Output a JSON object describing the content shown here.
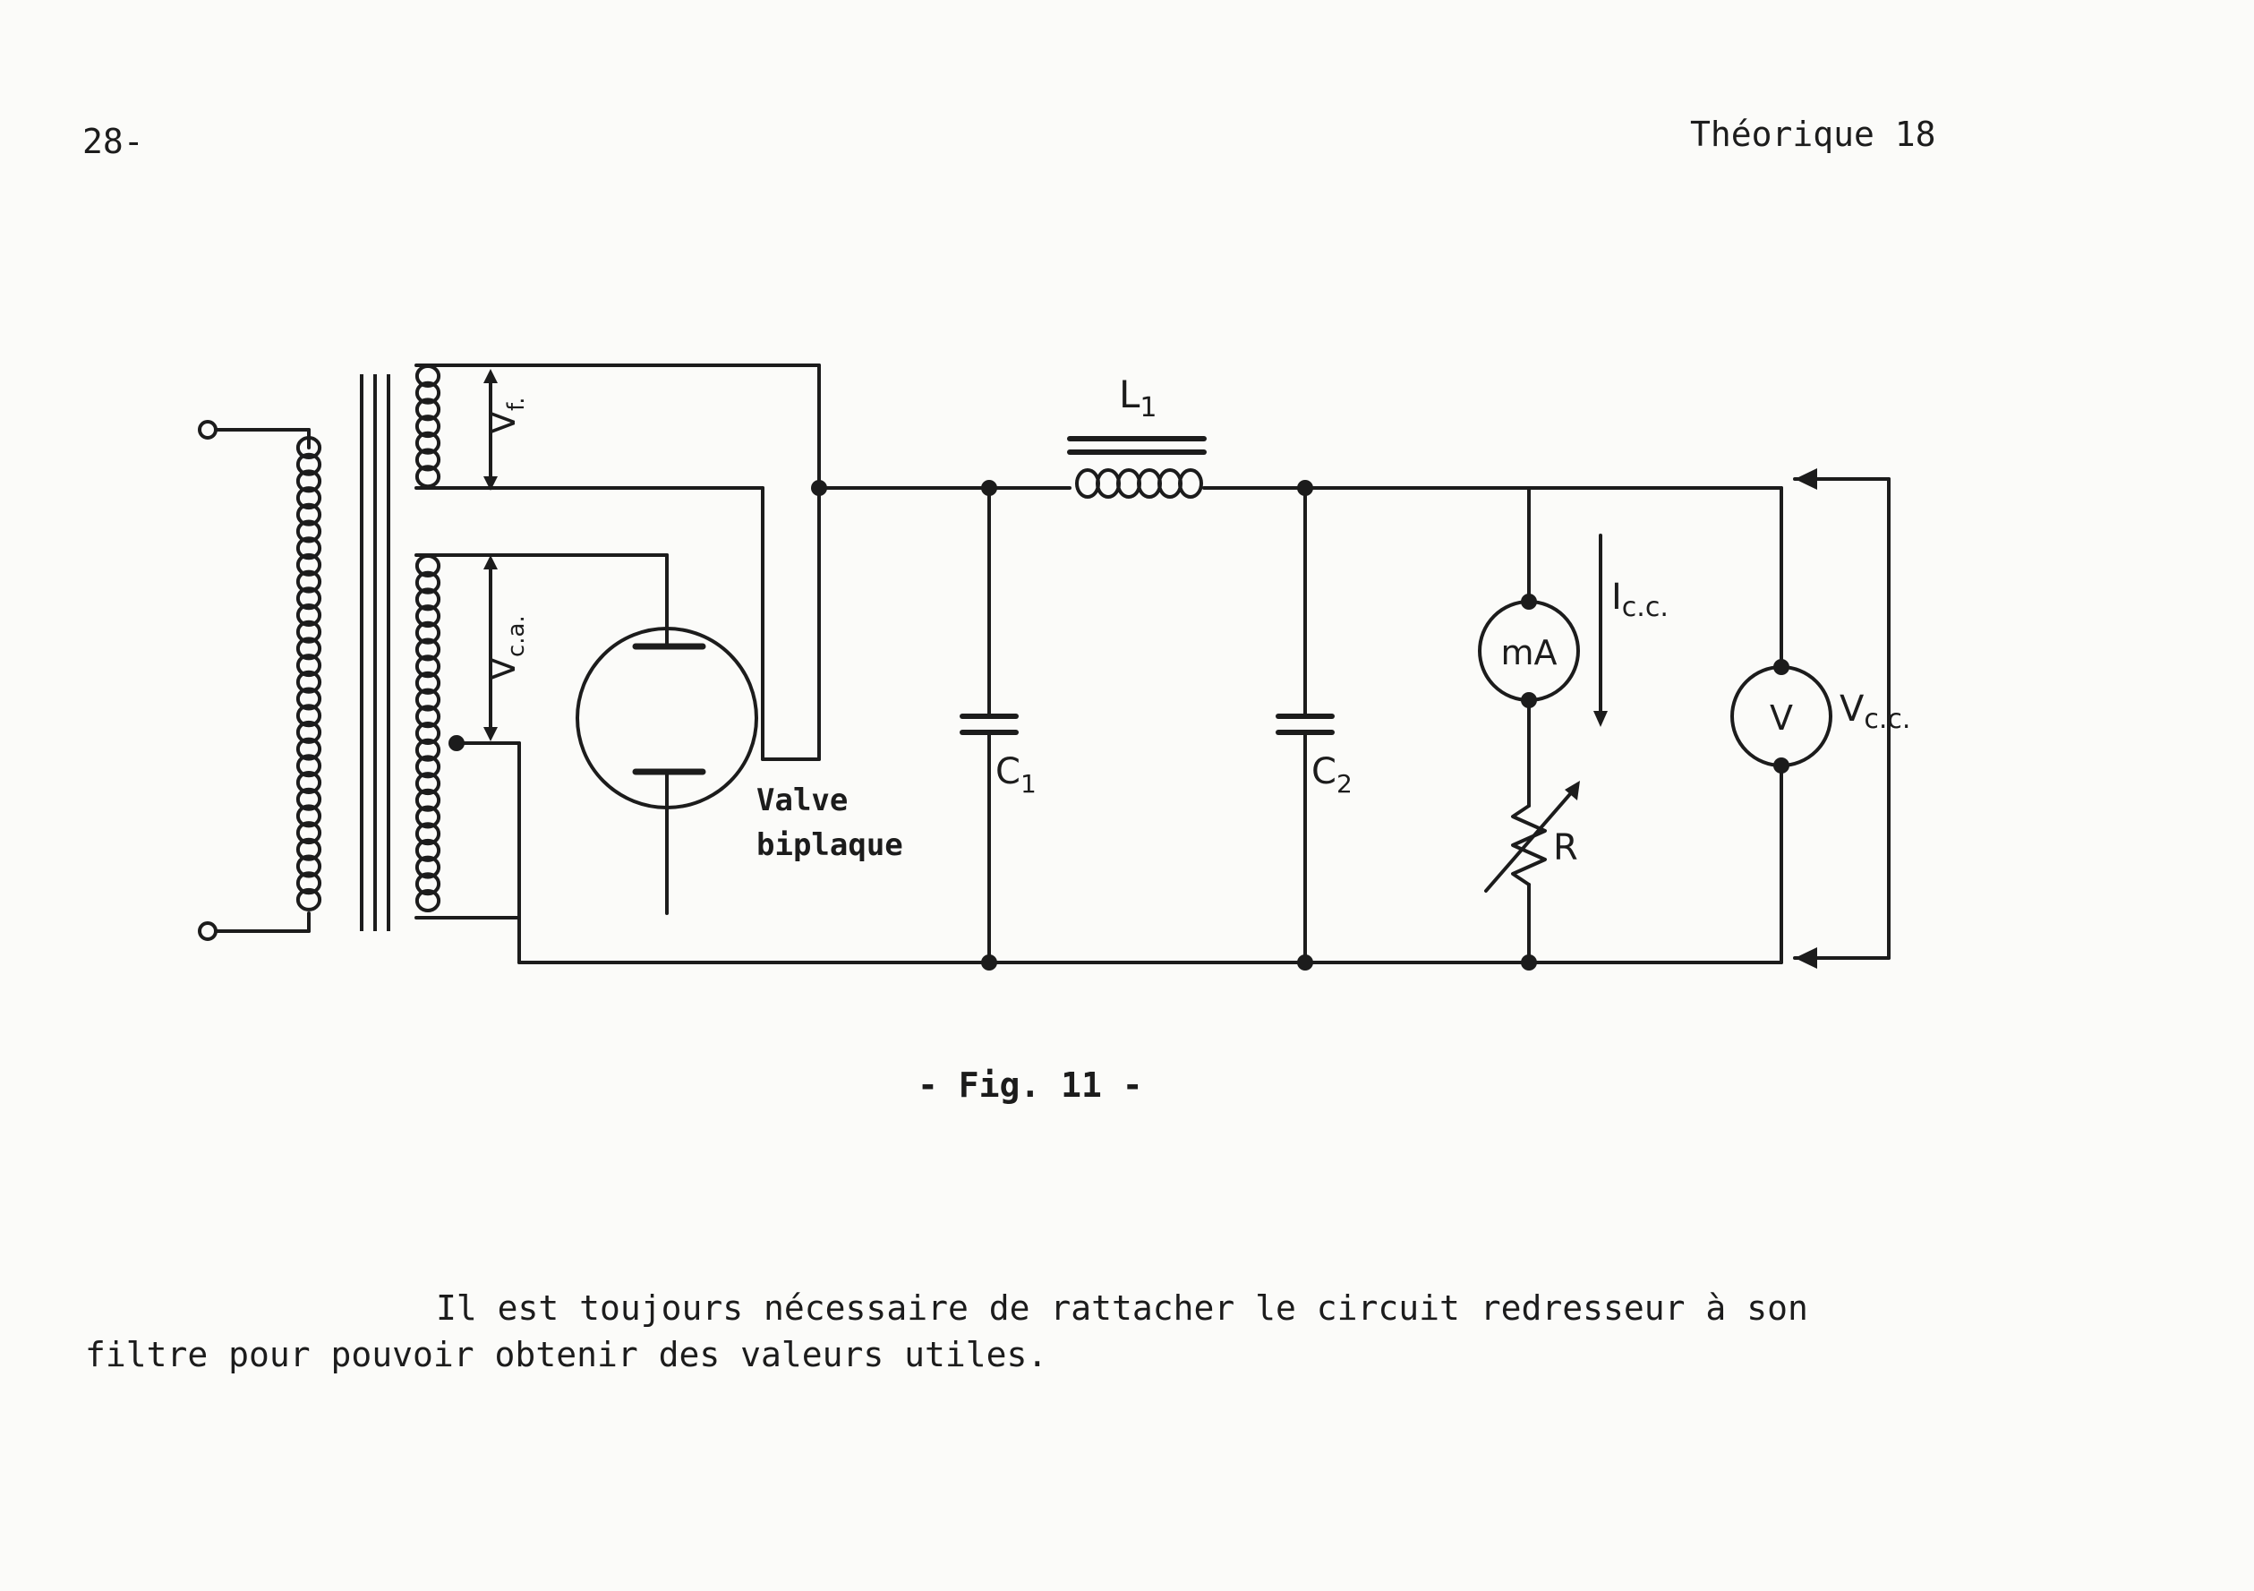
{
  "header": {
    "page_number": "28-",
    "running_title": "Théorique 18"
  },
  "figure": {
    "caption": "- Fig. 11 -",
    "labels": {
      "inductor": "L",
      "inductor_sub": "1",
      "filament_voltage": "V",
      "filament_voltage_sub": "f.",
      "plate_voltage": "V",
      "plate_voltage_sub": "c.a.",
      "capacitor1": "C",
      "capacitor1_sub": "1",
      "capacitor2": "C",
      "capacitor2_sub": "2",
      "current": "I",
      "current_sub": "c.c.",
      "milliammeter": "mA",
      "voltmeter": "V",
      "output_voltage": "V",
      "output_voltage_sub": "c.c.",
      "resistor": "R",
      "valve_line1": "Valve",
      "valve_line2": "biplaque"
    }
  },
  "paragraph": {
    "line1": "Il est toujours nécessaire de rattacher le circuit redresseur à son",
    "line2": "filtre pour pouvoir obtenir des valeurs utiles."
  }
}
